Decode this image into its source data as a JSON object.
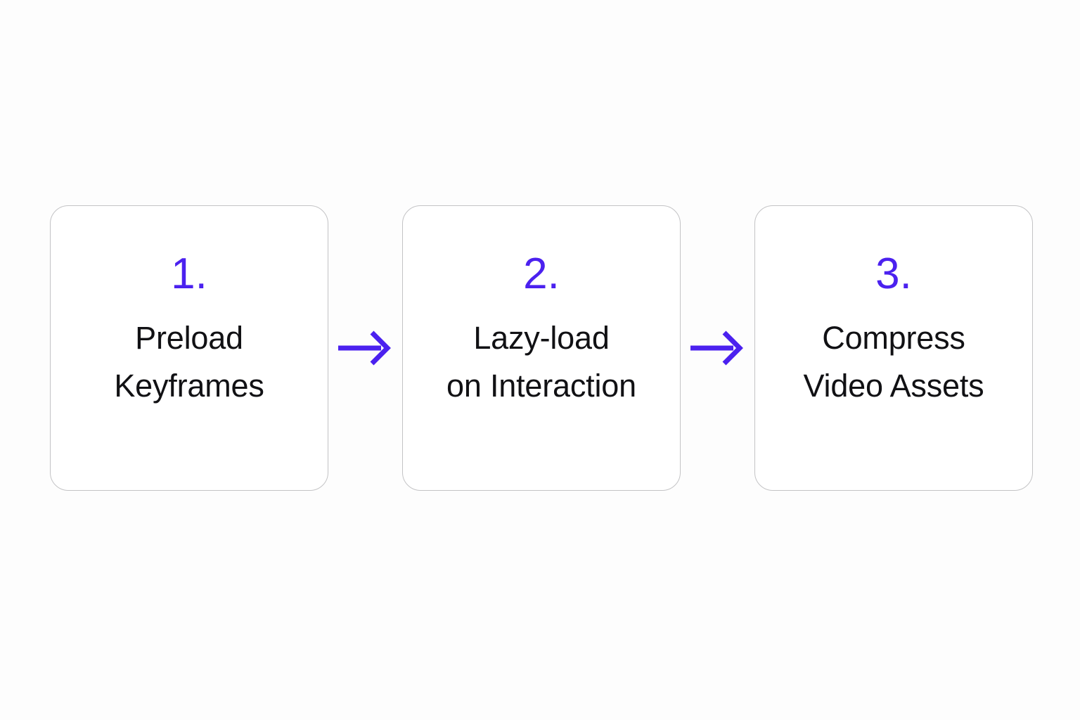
{
  "diagram": {
    "type": "horizontal-process-flow",
    "background_color": "#fdfdfd",
    "accent_color": "#4b21ef",
    "text_color": "#111114",
    "card_border_color": "#c3c3c5",
    "card_fill_color": "#ffffff",
    "steps": [
      {
        "number": "1.",
        "label": "Preload\nKeyframes",
        "label_line_1": "Preload",
        "label_line_2": "Keyframes"
      },
      {
        "number": "2.",
        "label": "Lazy-load\non Interaction",
        "label_line_1": "Lazy-load",
        "label_line_2": "on Interaction"
      },
      {
        "number": "3.",
        "label": "Compress\nVideo Assets",
        "label_line_1": "Compress",
        "label_line_2": "Video Assets"
      }
    ],
    "connectors": [
      {
        "icon": "arrow-right-icon",
        "from": "1.",
        "to": "2."
      },
      {
        "icon": "arrow-right-icon",
        "from": "2.",
        "to": "3."
      }
    ]
  }
}
